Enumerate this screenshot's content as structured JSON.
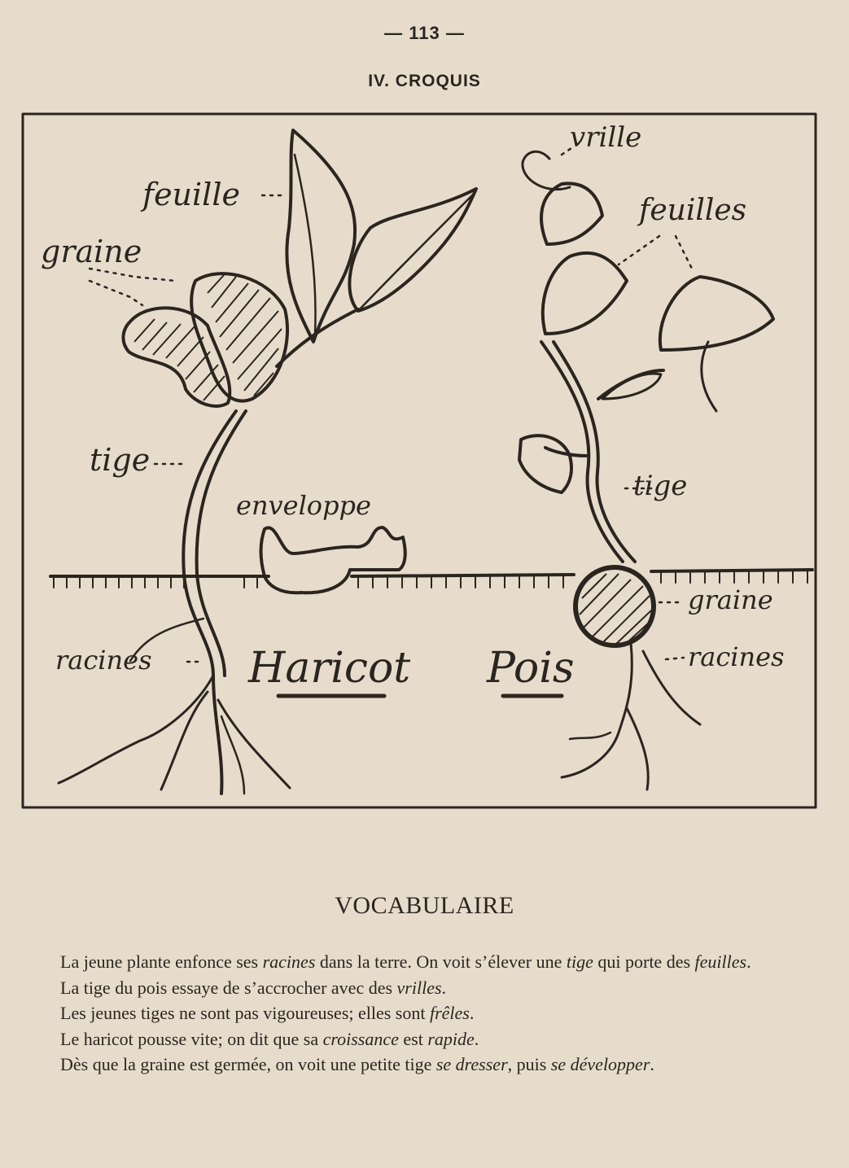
{
  "header": {
    "page_number": "— 113 —",
    "section_title": "IV. CROQUIS"
  },
  "figure": {
    "plants": [
      {
        "name": "Haricot",
        "labels": {
          "feuille": "feuille",
          "graine": "graine",
          "tige": "tige",
          "enveloppe": "enveloppe",
          "racines": "racines"
        }
      },
      {
        "name": "Pois",
        "labels": {
          "vrille": "vrille",
          "feuilles": "feuilles",
          "tige": "tige",
          "graine": "graine",
          "racines": "racines"
        }
      }
    ]
  },
  "vocabulary": {
    "title": "VOCABULAIRE",
    "paragraphs": [
      [
        {
          "t": "La jeune plante enfonce ses "
        },
        {
          "t": "racines",
          "i": true
        },
        {
          "t": " dans la terre. On voit s’élever une "
        },
        {
          "t": "tige",
          "i": true
        },
        {
          "t": " qui porte des "
        },
        {
          "t": "feuilles",
          "i": true
        },
        {
          "t": "."
        }
      ],
      [
        {
          "t": "La tige du pois essaye de s’accrocher avec des "
        },
        {
          "t": "vrilles",
          "i": true
        },
        {
          "t": "."
        }
      ],
      [
        {
          "t": "Les jeunes tiges ne sont pas vigoureuses; elles sont "
        },
        {
          "t": "frêles",
          "i": true
        },
        {
          "t": "."
        }
      ],
      [
        {
          "t": "Le haricot pousse vite; on dit que sa "
        },
        {
          "t": "croissance",
          "i": true
        },
        {
          "t": " est "
        },
        {
          "t": "rapide",
          "i": true
        },
        {
          "t": "."
        }
      ],
      [
        {
          "t": "Dès que la graine est germée, on voit une petite tige "
        },
        {
          "t": "se dresser",
          "i": true
        },
        {
          "t": ", puis "
        },
        {
          "t": "se développer",
          "i": true
        },
        {
          "t": "."
        }
      ]
    ]
  }
}
